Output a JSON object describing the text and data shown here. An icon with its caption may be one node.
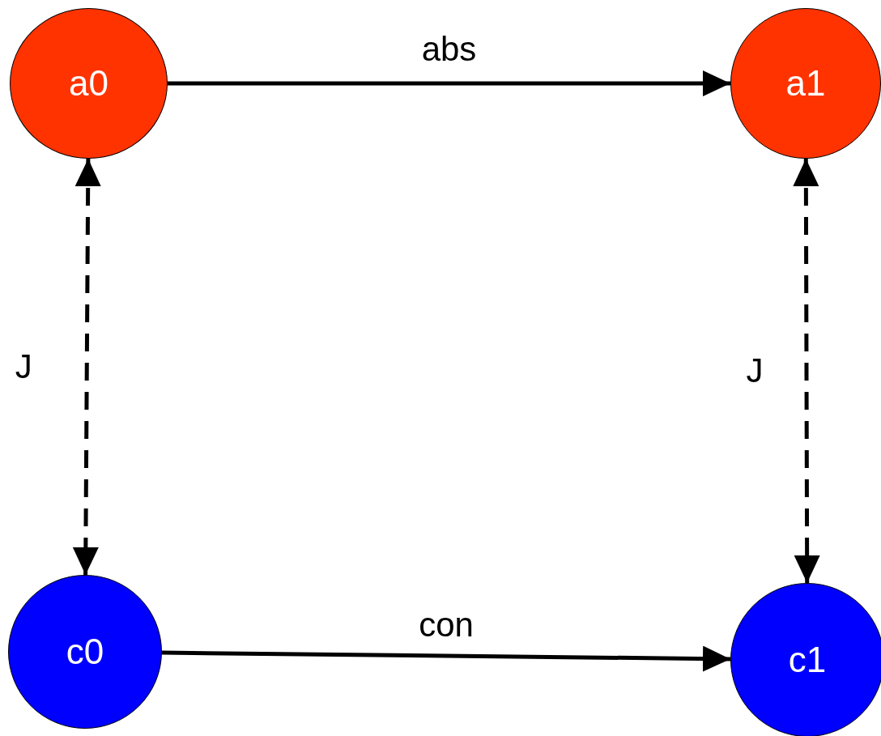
{
  "diagram": {
    "nodes": [
      {
        "text": [
          "a0"
        ]
      },
      {
        "text": [
          "a1"
        ]
      },
      {
        "text": [
          "c0"
        ]
      },
      {
        "text": [
          "c1"
        ]
      }
    ],
    "edges": [
      {
        "from": 0,
        "to": 1,
        "arrow": "to",
        "label": "abs"
      },
      {
        "from": 0,
        "to": 2,
        "arrow": "both",
        "label": "J",
        "style": "dashed"
      },
      {
        "from": 1,
        "to": 3,
        "arrow": "both",
        "label": "J",
        "style": "dashed"
      },
      {
        "from": 2,
        "to": 3,
        "arrow": "to",
        "label": "con"
      }
    ]
  }
}
